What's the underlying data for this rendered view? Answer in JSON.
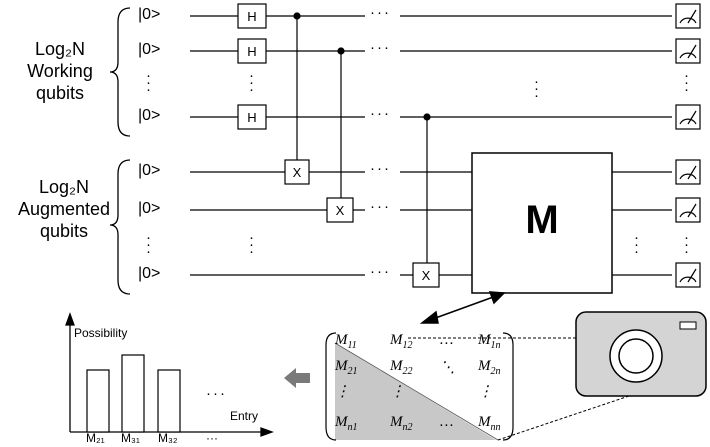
{
  "groups": {
    "working": [
      "Log₂N",
      "Working",
      "qubits"
    ],
    "augmented": [
      "Log₂N",
      "Augmented",
      "qubits"
    ]
  },
  "ket": "|0>",
  "gates": {
    "hadamard": "H",
    "cnot_target": "X",
    "operator": "M"
  },
  "ellipsis": "···",
  "matrix": {
    "rows": [
      [
        [
          "M",
          "11"
        ],
        [
          "M",
          "12"
        ],
        [
          "…",
          ""
        ],
        [
          "M",
          "1n"
        ]
      ],
      [
        [
          "M",
          "21"
        ],
        [
          "M",
          "22"
        ],
        [
          "⋱",
          ""
        ],
        [
          "M",
          "2n"
        ]
      ],
      [
        [
          "⋮",
          ""
        ],
        [
          "⋮",
          ""
        ],
        [
          "",
          ""
        ],
        [
          "⋮",
          ""
        ]
      ],
      [
        [
          "M",
          "n1"
        ],
        [
          "M",
          "n2"
        ],
        [
          "…",
          ""
        ],
        [
          "M",
          "nn"
        ]
      ]
    ]
  },
  "histogram": {
    "y_label": "Possibility",
    "x_label": "Entry",
    "categories": [
      "M₂₁",
      "M₃₁",
      "M₃₂",
      "···"
    ],
    "relative_heights": [
      0.62,
      0.77,
      0.62
    ]
  },
  "colors": {
    "line": "#000000",
    "shade": "#c8c8c8",
    "camera": "#d4d4d4",
    "arrow": "#7a7a7a"
  }
}
